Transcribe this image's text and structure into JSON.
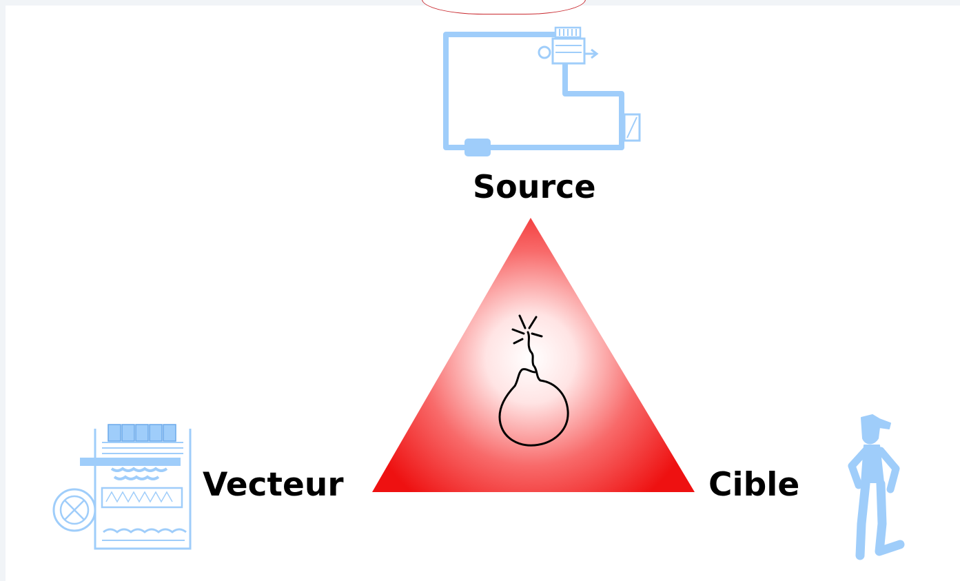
{
  "diagram": {
    "labels": {
      "source": "Source",
      "vecteur": "Vecteur",
      "cible": "Cible"
    },
    "center_icon": "bomb-icon",
    "source_icon": "circuit-installation-icon",
    "vecteur_icon": "cooling-tower-icon",
    "cible_icon": "person-icon",
    "colors": {
      "triangle": "#f21a1a",
      "triangle_center": "#ffffff",
      "icons": "#9fcdfa",
      "text": "#000000",
      "frame": "#c8262c"
    }
  }
}
